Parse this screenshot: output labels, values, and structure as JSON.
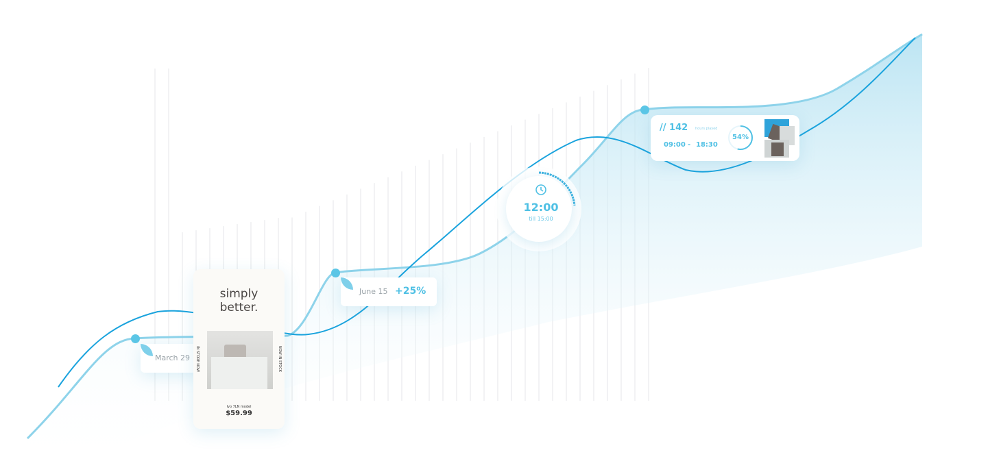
{
  "colors": {
    "accent": "#4fc0e4",
    "line": "#1aa3dd",
    "band": "#bfe6f3"
  },
  "march_card": {
    "date": "March 29"
  },
  "june_card": {
    "date": "June 15",
    "change": "+25%"
  },
  "product_card": {
    "headline_1": "simply",
    "headline_2": "better.",
    "side_left": "IN STORE NOW",
    "side_right": "NOW IN STOCK",
    "model": "Ivo 7LN model",
    "price": "$59.99"
  },
  "clock_card": {
    "icon": "clock-icon",
    "time": "12:00",
    "until": "till 15:00"
  },
  "stats_card": {
    "count": "// 142",
    "count_label": "hours played",
    "start": "09:00",
    "separator": "-",
    "end": "18:30",
    "progress_label": "54%",
    "progress": 0.54
  }
}
